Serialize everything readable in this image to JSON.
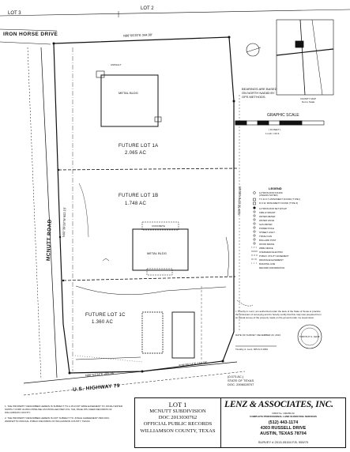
{
  "adjoining": {
    "lot3": "LOT 3",
    "lot2": "LOT 2",
    "iron_horse_drive": "IRON HORSE DRIVE",
    "mcnutt_road": "MCNUTT ROAD",
    "us_highway": "U.S. HIGHWAY 79"
  },
  "lots": {
    "lot_1a": "FUTURE LOT 1A",
    "lot_1a_area": "2.065 AC",
    "lot_1b": "FUTURE LOT 1B",
    "lot_1b_area": "1.748 AC",
    "lot_1c": "FUTURE LOT 1C",
    "lot_1c_area": "1.360 AC",
    "metal_bldg_top": "METAL BLDG",
    "metal_bldg_mid": "METAL BLDG",
    "concrete": "CONCRETE",
    "asphalt": "ASPHALT"
  },
  "bearings": {
    "north_line": "N86°09'29\"E  344.90'",
    "south_line": "N86°52'34\"E  205.46'",
    "south_east": "S78°55'14\"E  164.94'",
    "east_line": "S09°55'15\"E  645.45'",
    "west_line": "N00°39'28\"W  602.15'"
  },
  "basis_note": "BEARINGS ARE BASED ON NORTH NAD83 BY GPS METHODS.",
  "scale": {
    "title": "GRAPHIC SCALE",
    "unit": "( IN FEET )",
    "ratio": "1 inch = 60 ft."
  },
  "vicinity": {
    "label": "VICINITY MAP",
    "sub": "Not to Scale"
  },
  "legend": {
    "title": "LEGEND",
    "items": [
      "1/2\"IRON ROD FOUND",
      "(UNLESS NOTED)",
      "T.X.D.O.T. MONUMENT FOUND (TYPE I)",
      "R.O.W. MONUMENT FOUND (TYPE II)",
      "1/2\"IRON ROD SET W/CAP",
      "FIRE HYDRANT",
      "WATER METER",
      "WATER VALVE",
      "GAS METER",
      "POWER POLE",
      "STREET LIGHT",
      "TRASH CAN",
      "BOLLARD POST",
      "WOOD FENCE",
      "WIRE FENCE",
      "OVERHEAD ELECTRIC",
      "PUBLIC UTILITY EASEMENT",
      "DRAINAGE EASEMENT",
      "BUILDING LINE",
      "RECORD INFORMATION"
    ]
  },
  "certification": {
    "text": "I, Timothy A. Lenz, am authorized under the laws of the State of Texas to practice the profession of surveying and do hereby certify that this map was prepared from an actual survey of the property made on the ground under my supervision.",
    "date": "DATE OF SURVEY: DECEMBER 23, 2013",
    "signer": "Timothy A. Lenz, RPLS # 4393",
    "seal": "TIMOTHY A. LENZ"
  },
  "row_note": {
    "line1": "(0.073 AC.)",
    "line2": "STATE OF TEXAS",
    "line3": "DOC. 2006028707"
  },
  "notes": [
    "1. THE PROPERTY DESCRIBED HEREIN IS SUBJECT TO A 15 FOOT WIDE EASEMENT TO JONAH WATER SUPPLY CORP. ALONG PIPELINE AS INSTALLED PER VOL. 542, PAGE 155, DEED RECORDS OF WILLIAMSON COUNTY.",
    "2. THE PROPERTY DESCRIBED HEREIN IS NOT SUBJECT TO JONAH AGREEMENT PER DOC. 2000032770 OFFICIAL PUBLIC RECORDS OF WILLIAMSON COUNTY, TEXAS."
  ],
  "title_block": {
    "lot": "LOT 1",
    "subdivision": "MCNUTT SUBDIVISION",
    "doc": "DOC 2013030762",
    "records": "OFFICIAL PUBLIC RECORDS",
    "county": "WILLIAMSON COUNTY, TEXAS",
    "firm": "LENZ & ASSOCIATES, INC.",
    "firm_no": "FIRM No. 100265-00",
    "services": "COMPLETE PROFESSIONAL LAND SURVEYING SERVICES",
    "phone": "(512) 443-1174",
    "address": "4303 RUSSELL DRIVE",
    "city": "AUSTIN, TEXAS 78704",
    "job": "SURVEY #  2013-05154    F.B. 959/70"
  },
  "colors": {
    "ink": "#111111",
    "paper": "#ffffff"
  }
}
